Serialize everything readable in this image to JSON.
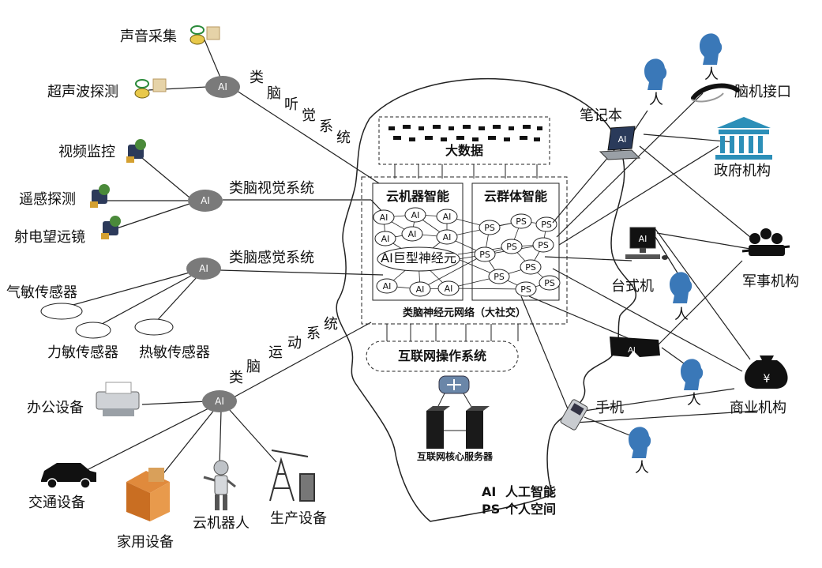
{
  "left_sources": {
    "sound_capture": "声音采集",
    "ultrasonic": "超声波探测",
    "video": "视频监控",
    "remote_sensing": "遥感探测",
    "radio_telescope": "射电望远镜",
    "gas_sensor": "气敏传感器",
    "force_sensor": "力敏传感器",
    "heat_sensor": "热敏传感器",
    "office": "办公设备",
    "traffic": "交通设备",
    "household": "家用设备",
    "robot": "云机器人",
    "production": "生产设备"
  },
  "systems": {
    "auditory": [
      "类",
      "脑",
      "听",
      "觉",
      "系",
      "统"
    ],
    "visual": "类脑视觉系统",
    "sensory": "类脑感觉系统",
    "motor": [
      "类",
      "脑",
      "运",
      "动",
      "系",
      "统"
    ]
  },
  "ai_label": "AI",
  "head": {
    "big_data": "大数据",
    "cloud_robot_intel": "云机器智能",
    "cloud_group_intel": "云群体智能",
    "ai_giant_neuron": "AI巨型神经元",
    "brain_network": "类脑神经元网络（大社交）",
    "os": "互联网操作系统",
    "core_servers": "互联网核心服务器",
    "ai_node": "AI",
    "ps_node": "PS"
  },
  "legend": {
    "ai_key": "AI",
    "ai_text": "人工智能",
    "ps_key": "PS",
    "ps_text": "个人空间"
  },
  "right": {
    "laptop": "笔记本",
    "person": "人",
    "bci": "脑机接口",
    "gov": "政府机构",
    "desktop": "台式机",
    "military": "军事机构",
    "phone": "手机",
    "business": "商业机构"
  },
  "colors": {
    "ai_oval": "#7a7a7a",
    "person": "#3a78b8",
    "gov": "#2c8fb8",
    "line": "#222222"
  }
}
